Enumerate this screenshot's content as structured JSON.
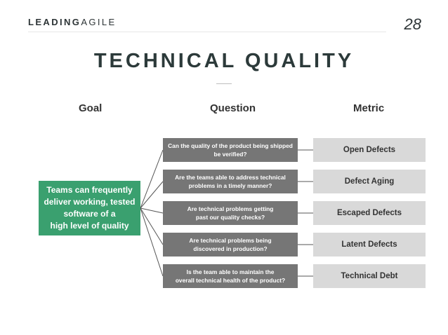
{
  "header": {
    "brand_bold": "LEADING",
    "brand_light": "AGILE",
    "page_number": "28"
  },
  "title": "TECHNICAL QUALITY",
  "columns": {
    "goal": "Goal",
    "question": "Question",
    "metric": "Metric"
  },
  "goal_text": "Teams can frequently\ndeliver working, tested\nsoftware of a\nhigh level of quality",
  "questions": [
    "Can the quality of the product being shipped\nbe verified?",
    "Are the teams able to address technical\nproblems in a timely manner?",
    "Are technical problems getting\npast our quality checks?",
    "Are technical problems being\ndiscovered in production?",
    "Is the team able to maintain the\noverall technical health of the product?"
  ],
  "metrics": [
    "Open Defects",
    "Defect Aging",
    "Escaped Defects",
    "Latent Defects",
    "Technical Debt"
  ],
  "colors": {
    "goal_box": "#3aa06f",
    "question_box": "#767676",
    "metric_box": "#d9d9d9"
  }
}
